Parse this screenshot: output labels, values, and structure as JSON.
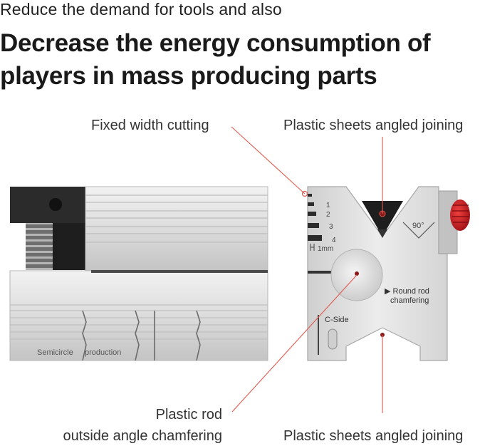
{
  "header": {
    "subtitle": "Reduce the demand for tools and also",
    "headline": "Decrease the energy consumption of players in mass producing parts"
  },
  "callouts": {
    "fixed_width": "Fixed width cutting",
    "angled_top": "Plastic sheets angled joining",
    "rod_line1": "Plastic rod",
    "rod_line2": "outside angle chamfering",
    "angled_bottom": "Plastic sheets angled joining"
  },
  "tool_labels": {
    "semicircle": "Semicircle",
    "production": "production",
    "angle": "90°",
    "round_rod_1": "Round rod",
    "round_rod_2": "chamfering",
    "c_side": "C-Side",
    "gauge_1": "1",
    "gauge_2": "2",
    "gauge_3": "3",
    "gauge_4": "4",
    "gauge_mm": "1mm"
  },
  "colors": {
    "accent_line": "#e05a4f",
    "metal": "#d8d8d8",
    "metal_dark": "#9a9a9a",
    "knob": "#c8151b"
  }
}
